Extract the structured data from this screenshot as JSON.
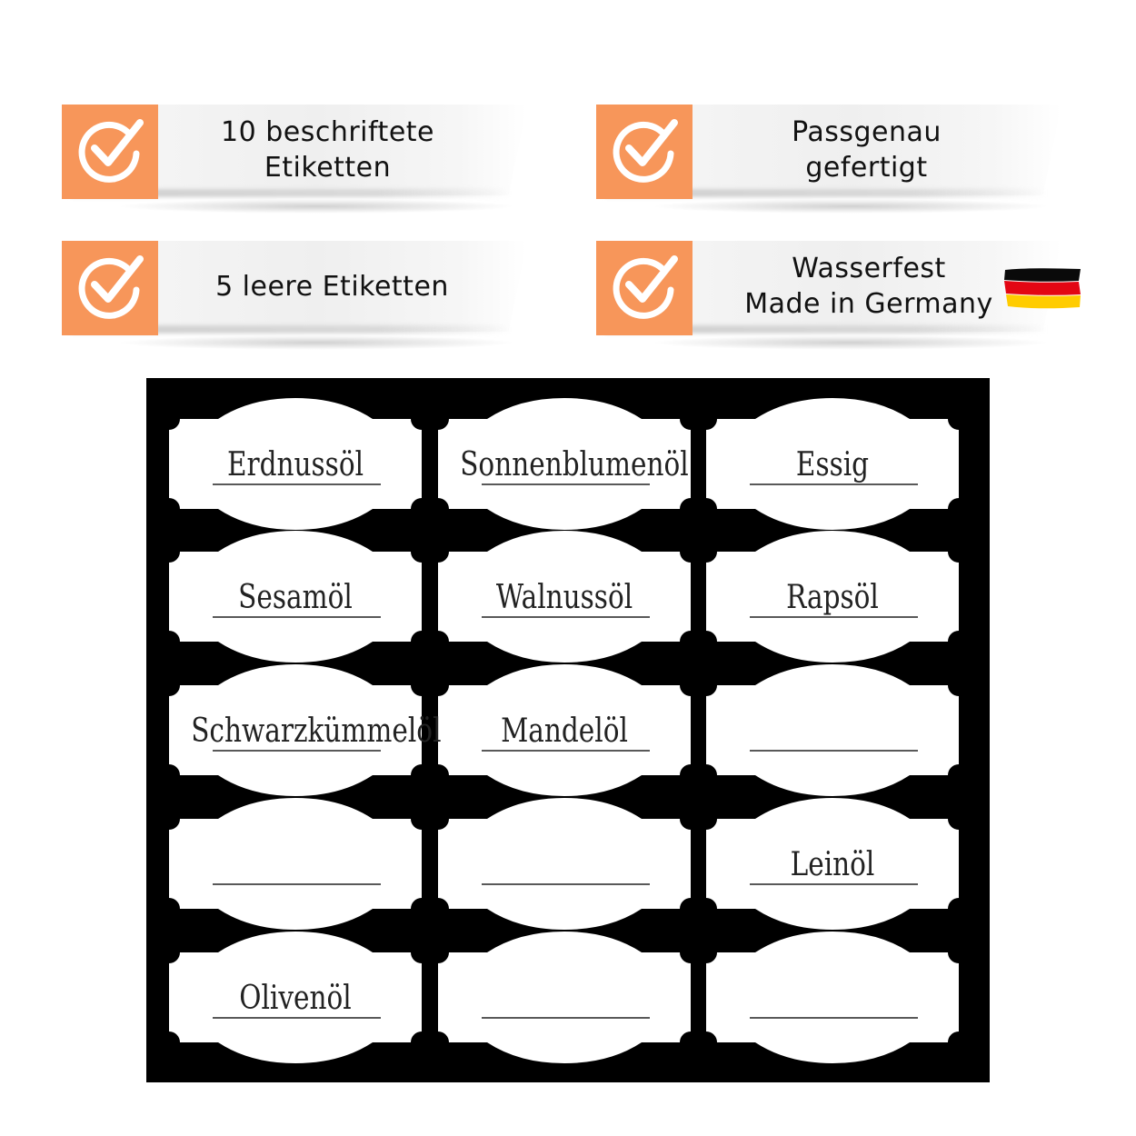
{
  "features": [
    {
      "lines": [
        "10 beschriftete",
        "Etiketten"
      ]
    },
    {
      "lines": [
        "Passgenau",
        "gefertigt"
      ]
    },
    {
      "lines": [
        "5 leere Etiketten"
      ]
    },
    {
      "lines": [
        "Wasserfest",
        "Made in Germany"
      ]
    }
  ],
  "icons": {
    "check": "check-circle-icon",
    "flag": "germany-flag-icon"
  },
  "colors": {
    "accent": "#f7965a",
    "sheet": "#000000",
    "label": "#ffffff"
  },
  "labels": [
    [
      "Erdnussöl",
      "Sonnenblumenöl",
      "Essig"
    ],
    [
      "Sesamöl",
      "Walnussöl",
      "Rapsöl"
    ],
    [
      "Schwarzkümmelöl",
      "Mandelöl",
      ""
    ],
    [
      "",
      "",
      "Leinöl"
    ],
    [
      "Olivenöl",
      "",
      ""
    ]
  ]
}
